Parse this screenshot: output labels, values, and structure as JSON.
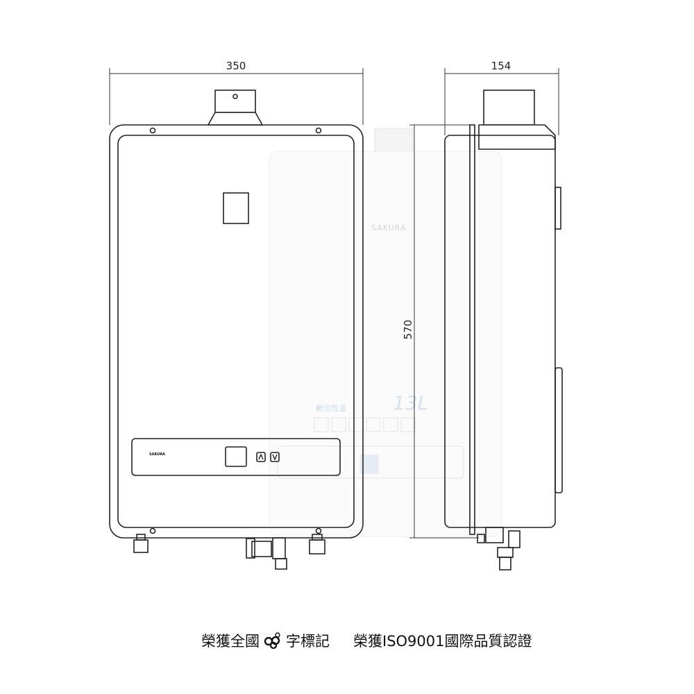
{
  "dimensions": {
    "width": "350",
    "depth": "154",
    "height": "570"
  },
  "front_view": {
    "brand": "SAKURA"
  },
  "control_panel": {
    "up_icon": "chevron-up-icon",
    "down_icon": "chevron-down-icon"
  },
  "background_product": {
    "brand": "SAKURA",
    "feature_label": "數位恆溫",
    "capacity": "13L"
  },
  "caption": {
    "part1_prefix": "榮獲全國",
    "logo": "trademark-logo",
    "part1_suffix": "字標記",
    "part2": "榮獲ISO9001國際品質認證"
  }
}
